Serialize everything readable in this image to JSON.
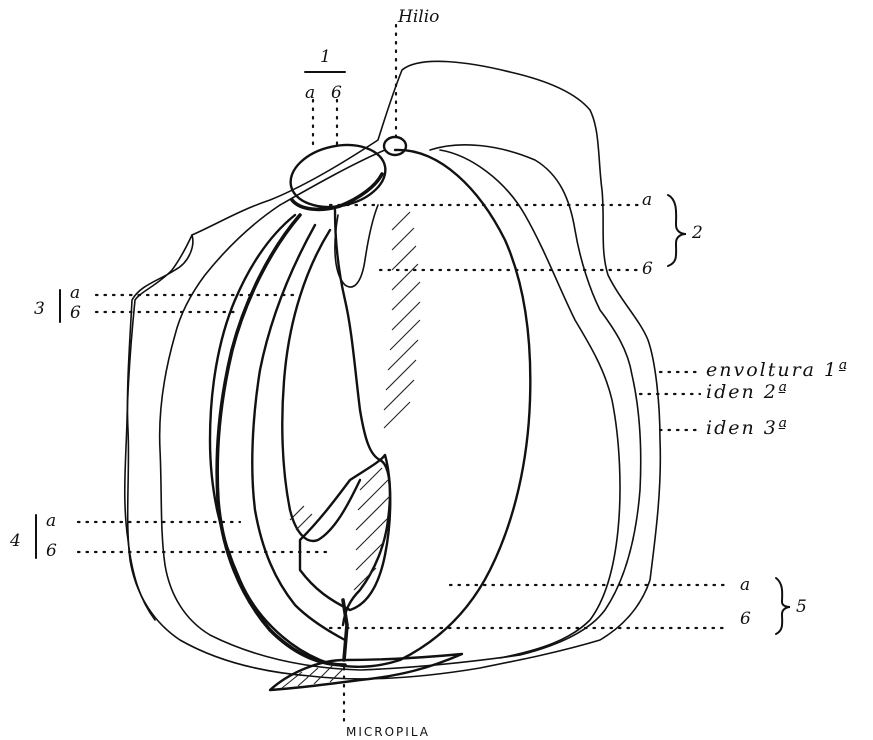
{
  "drawing": {
    "labels": {
      "hilio": "Hilio",
      "micropila": "MICROPILA",
      "n1": "1",
      "n1_a": "a",
      "n1_b": "6",
      "n2": "2",
      "n2_a": "a",
      "n2_b": "6",
      "n3": "3",
      "n3_a": "a",
      "n3_b": "6",
      "n4": "4",
      "n4_a": "a",
      "n4_b": "6",
      "n5": "5",
      "n5_a": "a",
      "n5_b": "6",
      "envoltura_1": "envoltura 1ª",
      "iden_2": "iden 2ª",
      "iden_3": "iden 3ª"
    }
  }
}
